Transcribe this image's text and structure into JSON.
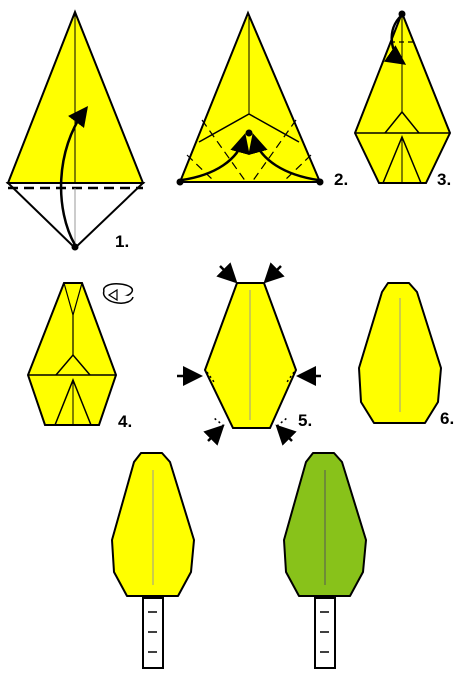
{
  "steps": [
    {
      "number": "1."
    },
    {
      "number": "2."
    },
    {
      "number": "3."
    },
    {
      "number": "4."
    },
    {
      "number": "5."
    },
    {
      "number": "6."
    }
  ],
  "colors": {
    "paper_front": "#ffff00",
    "paper_green": "#88c21a",
    "paper_back": "#ffffff",
    "outline": "#000000",
    "trunk": "#ffffff"
  },
  "icons": [
    "fold-arrow-icon",
    "turn-over-icon",
    "push-arrow-icon"
  ]
}
